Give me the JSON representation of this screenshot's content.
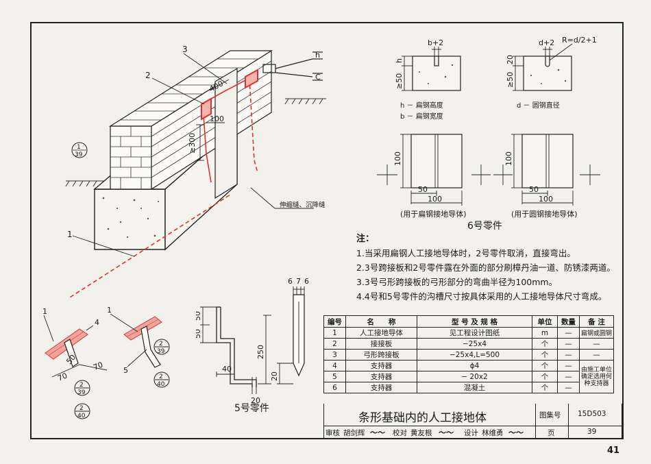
{
  "page_number": "41",
  "main_figure": {
    "callouts": [
      "1",
      "2",
      "3"
    ],
    "joint_label": "伸缩缝、沉降缝",
    "ref_detail": {
      "num": "1",
      "sheet": "39"
    },
    "dims": {
      "d400": "400",
      "d100": "100",
      "d300": "≥300"
    },
    "fitting_label_h": "h",
    "fitting_label_c": "C"
  },
  "part6": {
    "title": "6号零件",
    "left_top": {
      "top_dim": "b+2",
      "side_dim_h": "h",
      "side_dim_50": "≥50"
    },
    "right_top": {
      "top_dim": "d+2",
      "radius": "R=d/2+1",
      "side_dim_20": "20",
      "side_dim_50": "≥50"
    },
    "legend_left": [
      "h － 扁钢高度",
      "b － 扁钢宽度"
    ],
    "legend_right": "d － 圆钢直径",
    "bottom_dims": {
      "h100": "100",
      "w50": "50",
      "w100": "100"
    },
    "caption_left": "(用于扁钢接地导体)",
    "caption_right": "(用于圆钢接地导体)"
  },
  "part5": {
    "title": "5号零件",
    "dims": {
      "d50a": "50",
      "d50b": "50",
      "d250": "250",
      "d40": "40",
      "d20": "20",
      "d20b": "20",
      "d676": [
        "6",
        "7",
        "6"
      ]
    }
  },
  "small_figs": {
    "left_callouts": [
      "1",
      "4"
    ],
    "right_callouts": [
      "1",
      "5"
    ],
    "dims": {
      "d70a": "70",
      "d70b": "70",
      "d50": "50"
    },
    "refs": [
      {
        "num": "2",
        "sheet": "39"
      },
      {
        "num": "2",
        "sheet": "40"
      },
      {
        "num": "2",
        "sheet": "39"
      },
      {
        "num": "2",
        "sheet": "40"
      }
    ]
  },
  "notes": {
    "heading": "注：",
    "items": [
      "1.当采用扁钢人工接地导体时，2号零件取消，直接弯出。",
      "2.3号跨接板和2号零件露在外面的部分刷樟丹油一道、防锈漆两道。",
      "3.3号弓形跨接板的弓形部分的弯曲半径为100mm。",
      "4.4号和5号零件的沟槽尺寸按具体采用的人工接地导体尺寸弯成。"
    ]
  },
  "parts_table": {
    "headers": [
      "编号",
      "名　　称",
      "型 号 及 规 格",
      "单位",
      "数量",
      "备 注"
    ],
    "rows": [
      [
        "1",
        "人工接地导体",
        "见工程设计图纸",
        "m",
        "—",
        "扁钢或圆钢"
      ],
      [
        "2",
        "接接板",
        "−25x4",
        "个",
        "—",
        "—"
      ],
      [
        "3",
        "弓形跨接板",
        "−25x4,L=500",
        "个",
        "—",
        "—"
      ],
      [
        "4",
        "支持器",
        "ϕ4",
        "个",
        "—",
        ""
      ],
      [
        "5",
        "支持器",
        "− 20x2",
        "个",
        "—",
        ""
      ],
      [
        "6",
        "支持器",
        "混凝土",
        "个",
        "—",
        ""
      ]
    ],
    "merged_note": "由施工单位确定选用何种支持器"
  },
  "title_block": {
    "title": "条形基础内的人工接地体",
    "atlas_label": "图集号",
    "atlas_no": "15D503",
    "page_label": "页",
    "page_no": "39",
    "review_label": "审核",
    "reviewer": "胡剑辉",
    "check_label": "校对",
    "checker": "黄友根",
    "design_label": "设计",
    "designer": "林维勇"
  }
}
